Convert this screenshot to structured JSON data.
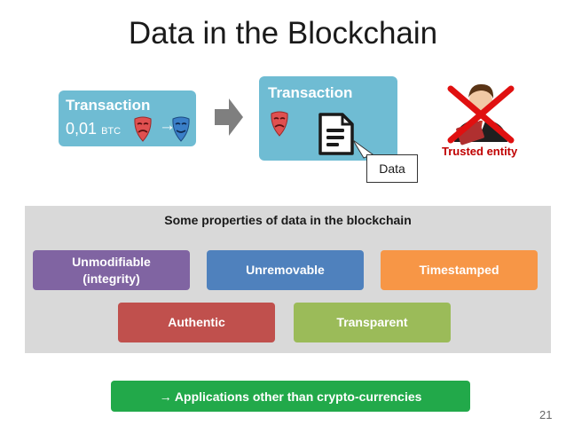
{
  "slide": {
    "title": "Data in the Blockchain",
    "page_number": "21"
  },
  "transaction_simple": {
    "label": "Transaction",
    "amount": "0,01",
    "unit": "BTC",
    "arrow": "→"
  },
  "transaction_data": {
    "label": "Transaction",
    "callout": "Data"
  },
  "trusted_entity": {
    "label": "Trusted entity"
  },
  "properties": {
    "title": "Some properties of data in the blockchain",
    "items": [
      {
        "label": "Unmodifiable\n(integrity)",
        "color": "#8064a2"
      },
      {
        "label": "Unremovable",
        "color": "#4f81bd"
      },
      {
        "label": "Timestamped",
        "color": "#f79646"
      },
      {
        "label": "Authentic",
        "color": "#c0504d"
      },
      {
        "label": "Transparent",
        "color": "#9bbb59"
      }
    ]
  },
  "applications": {
    "label": "→ Applications other than crypto-currencies"
  },
  "colors": {
    "transaction_box": "#6fbcd3",
    "properties_panel": "#d9d9d9",
    "applications_bar": "#22a94a",
    "red_mask": "#e05050",
    "blue_mask": "#3a7fc8",
    "cross": "#e01010"
  },
  "icons": [
    "red-mask-icon",
    "blue-mask-icon",
    "right-arrow-icon",
    "document-icon",
    "person-icon",
    "cross-icon"
  ]
}
